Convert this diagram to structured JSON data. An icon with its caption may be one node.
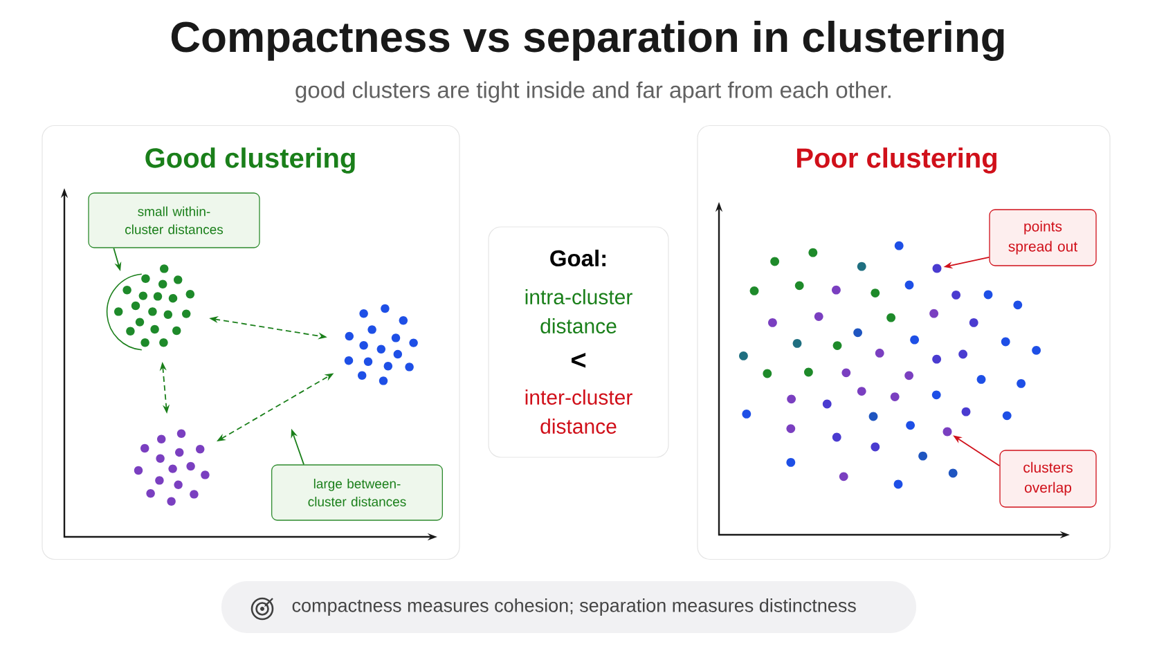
{
  "diagram": {
    "title": "Compactness vs separation in clustering",
    "nodes": [
      {
        "text": [
          "Good clustering"
        ]
      },
      {
        "text": [
          "small within-cluster distances"
        ],
        "in": 0
      },
      {
        "text": [],
        "shape": "cluster",
        "in": 0
      },
      {
        "text": [],
        "shape": "cluster",
        "in": 0
      },
      {
        "text": [],
        "shape": "cluster",
        "in": 0
      },
      {
        "text": [
          "large between-cluster distances"
        ],
        "in": 0
      },
      {
        "text": [
          "Goal:",
          "intra-cluster distance",
          "<",
          "inter-cluster distance"
        ]
      },
      {
        "text": [
          "Poor clustering"
        ]
      },
      {
        "text": [
          "points spread out"
        ],
        "in": 7
      },
      {
        "text": [],
        "shape": "circle",
        "in": 7
      },
      {
        "text": [
          "clusters overlap"
        ],
        "in": 7
      },
      {
        "text": [],
        "shape": "circle",
        "in": 7
      },
      {
        "text": [
          "compactness measures cohesion; separation measures distinctness"
        ]
      }
    ],
    "edges": [
      {
        "from": 1,
        "to": 2,
        "arrow": "to"
      },
      {
        "from": 2,
        "to": 3,
        "arrow": "both",
        "style": "dashed"
      },
      {
        "from": 2,
        "to": 4,
        "arrow": "both",
        "style": "dashed"
      },
      {
        "from": 4,
        "to": 3,
        "arrow": "both",
        "style": "dashed"
      },
      {
        "from": 5,
        "to": null,
        "arrow": "to"
      },
      {
        "from": 8,
        "to": 9,
        "arrow": "to",
        "color": "#d0101a"
      },
      {
        "from": 10,
        "to": 11,
        "arrow": "to",
        "color": "#d0101a"
      }
    ],
    "labels": [
      "good clusters are tight inside and far apart from each other."
    ]
  }
}
